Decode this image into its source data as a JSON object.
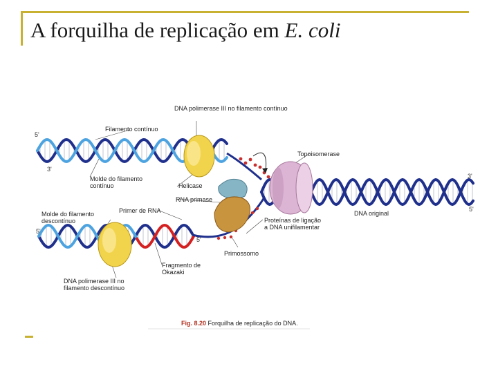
{
  "slide": {
    "title_main": "A forquilha de replicação em ",
    "title_italic": "E. coli"
  },
  "figure": {
    "labels": {
      "pol3_leading": "DNA polimerase III no filamento contínuo",
      "leading_strand": "Filamento contínuo",
      "topoisomerase": "Topoisomerase",
      "leading_template": "Molde do filamento contínuo",
      "helicase": "Helicase",
      "primase": "RNA primase",
      "rna_primer": "Primer de RNA",
      "lagging_template": "Molde do filamento descontínuo",
      "ssb": "Proteínas de ligação a DNA unifilamentar",
      "parent_dna": "DNA original",
      "primosome": "Primossomo",
      "okazaki": "Fragmento de Okazaki",
      "pol3_lagging": "DNA polimerase III no filamento descontínuo"
    },
    "ends": {
      "top_left_5": "5'",
      "top_left_3": "3'",
      "bottom_left_5": "5'",
      "lagging_5": "5'",
      "right_3": "3'",
      "right_5": "5'"
    },
    "caption_num": "Fig. 8.20",
    "caption_text": " Forquilha de replicação do DNA.",
    "colors": {
      "dark_strand": "#1f2f8c",
      "light_strand": "#4da3e0",
      "polymerase": "#f0d24a",
      "helicase": "#7fb0c0",
      "primase": "#c8943c",
      "topoisomerase": "#d8a8cc",
      "rna_primer": "#d42020",
      "ssb": "#c83030"
    }
  }
}
